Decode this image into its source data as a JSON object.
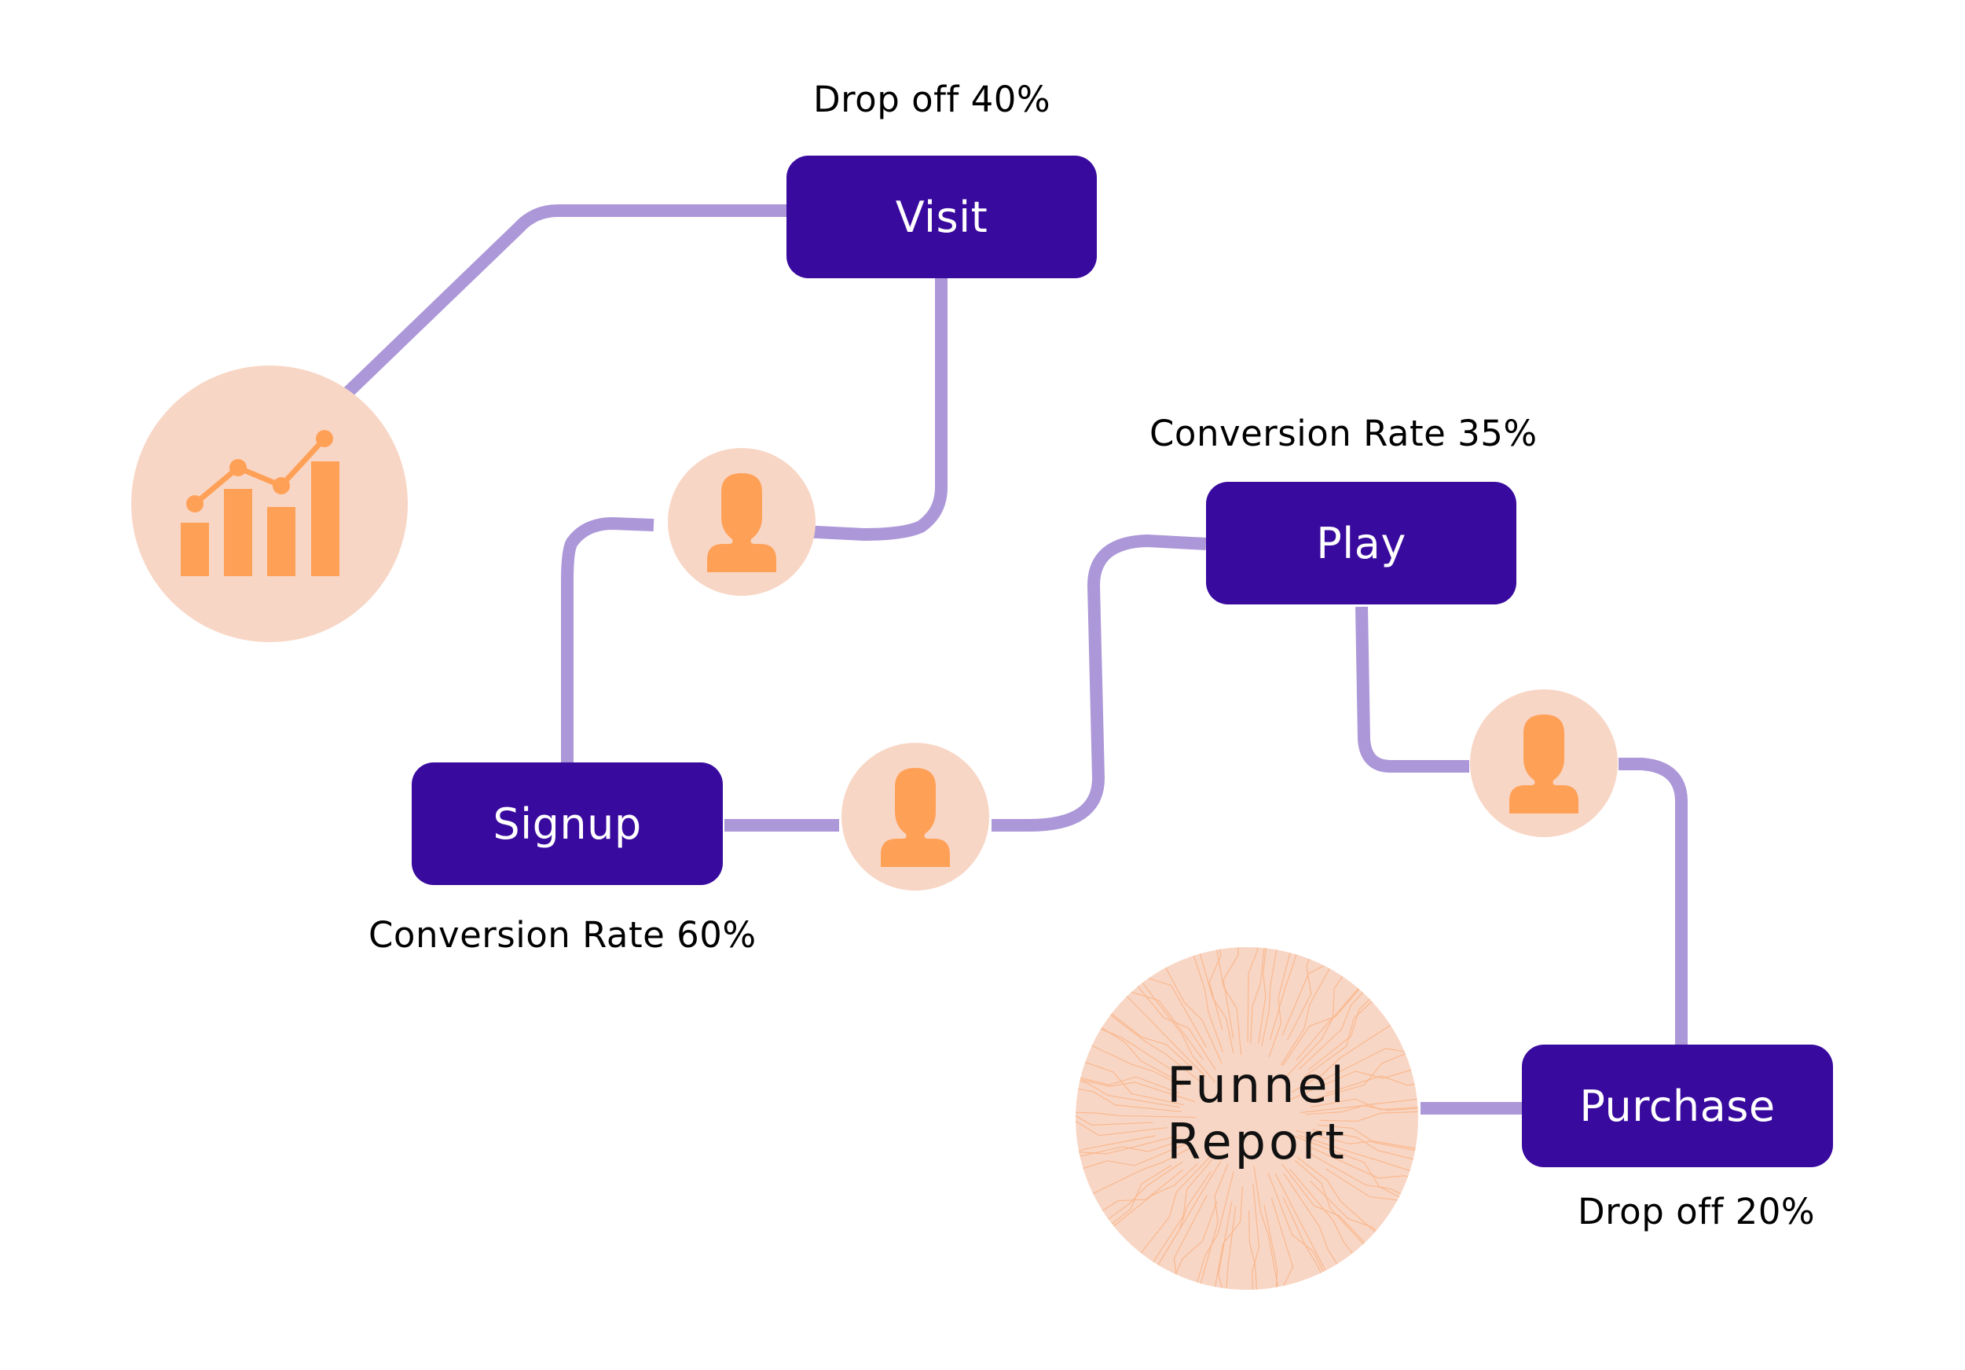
{
  "diagram": {
    "type": "funnel-flow",
    "colors": {
      "stage_fill": "#390A9E",
      "stage_text": "#FFFFFF",
      "connector": "#AC97D8",
      "circle_fill": "#F8D6C5",
      "icon_fill": "#FFA057",
      "label_text": "#000000"
    },
    "stages": [
      {
        "id": "visit",
        "label": "Visit",
        "metric": "Drop off 40%"
      },
      {
        "id": "signup",
        "label": "Signup",
        "metric": "Conversion Rate 60%"
      },
      {
        "id": "play",
        "label": "Play",
        "metric": "Conversion Rate 35%"
      },
      {
        "id": "purchase",
        "label": "Purchase",
        "metric": "Drop off 20%"
      }
    ],
    "report": {
      "line1": "Funnel",
      "line2": "Report"
    },
    "icons": {
      "start": "analytics-chart-icon",
      "user": "user-icon",
      "report_background": "circuit-pattern"
    },
    "edges": [
      [
        "analytics-chart",
        "visit"
      ],
      [
        "visit",
        "user-1"
      ],
      [
        "user-1",
        "signup"
      ],
      [
        "signup",
        "user-2"
      ],
      [
        "user-2",
        "play"
      ],
      [
        "play",
        "user-3"
      ],
      [
        "user-3",
        "purchase"
      ],
      [
        "purchase",
        "funnel-report"
      ]
    ]
  }
}
